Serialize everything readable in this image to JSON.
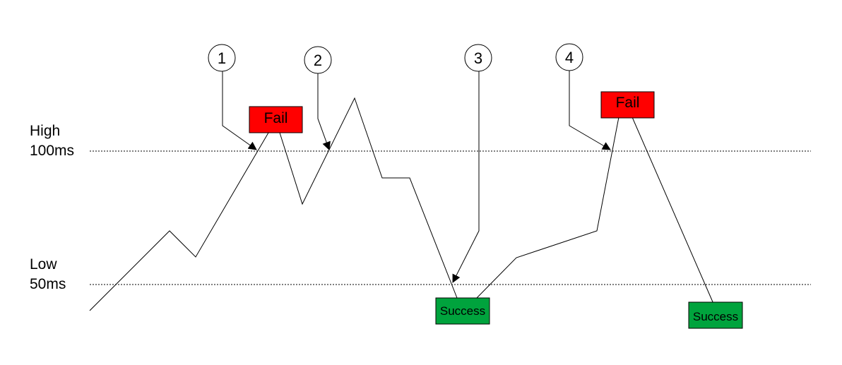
{
  "thresholds": {
    "high": {
      "name": "High",
      "value": "100ms"
    },
    "low": {
      "name": "Low",
      "value": "50ms"
    }
  },
  "markers": [
    {
      "number": "1"
    },
    {
      "number": "2"
    },
    {
      "number": "3"
    },
    {
      "number": "4"
    }
  ],
  "status_boxes": [
    {
      "label": "Fail",
      "color": "#ff0000"
    },
    {
      "label": "Success",
      "color": "#00a33d"
    },
    {
      "label": "Fail",
      "color": "#ff0000"
    },
    {
      "label": "Success",
      "color": "#00a33d"
    }
  ],
  "colors": {
    "fail": "#ff0000",
    "success": "#00a33d",
    "line": "#000000"
  }
}
